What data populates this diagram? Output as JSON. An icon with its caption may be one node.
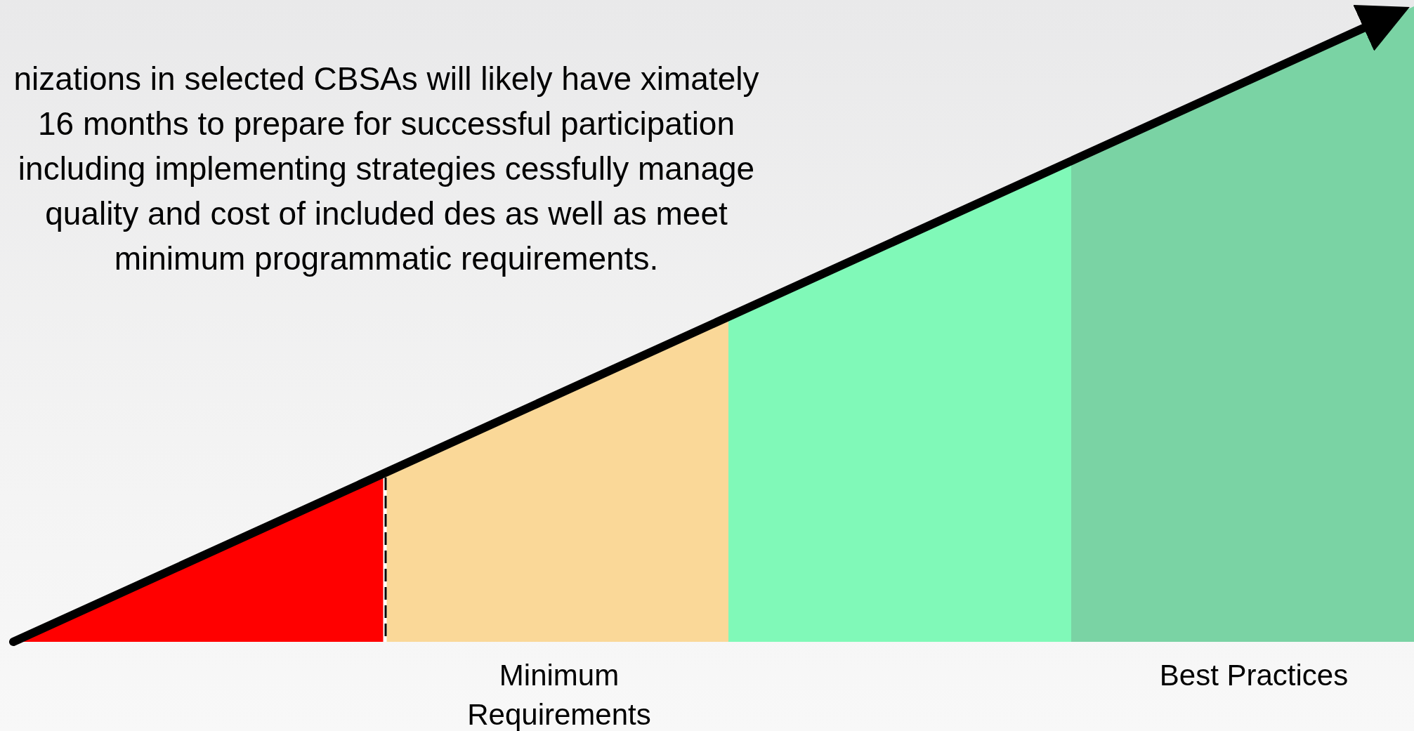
{
  "diagram": {
    "labels": [
      "nizations in selected CBSAs will likely have ximately 16 months to prepare for successful participation including implementing strategies cessfully manage quality and cost of included des as well as meet minimum programmatic requirements.",
      "Minimum Requirements",
      "Best Practices"
    ]
  }
}
